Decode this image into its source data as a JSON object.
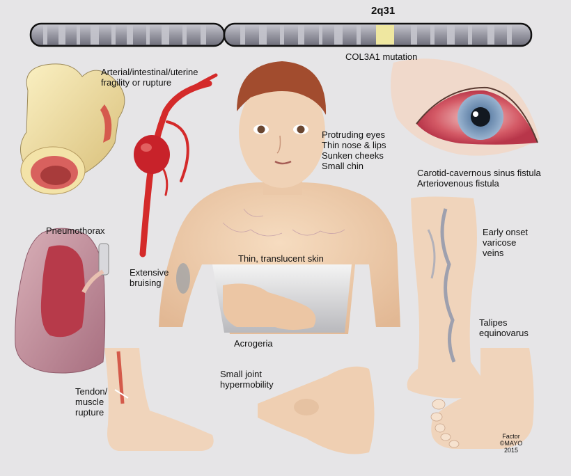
{
  "chromosome": {
    "band": "2q31",
    "gene_label": "COL3A1 mutation"
  },
  "labels": {
    "vessel_fragility": "Arterial/intestinal/uterine\nfragility or rupture",
    "facial_features": "Protruding eyes\nThin nose & lips\nSunken cheeks\nSmall chin",
    "eye_fistula": "Carotid-cavernous sinus fistula\nArteriovenous fistula",
    "pneumothorax": "Pneumothorax",
    "bruising": "Extensive\nbruising",
    "skin": "Thin, translucent skin",
    "varicose": "Early onset\nvaricose\nveins",
    "acrogeria": "Acrogeria",
    "talipes": "Talipes\nequinovarus",
    "tendon": "Tendon/\nmuscle\nrupture",
    "joint": "Small joint\nhypermobility"
  },
  "credit": {
    "name": "Factor",
    "org": "©MAYO",
    "year": "2015"
  },
  "colors": {
    "background": "#e6e5e7",
    "chromosome_fill": "#9a9aa4",
    "band_highlight": "#efe7a0",
    "artery_red": "#d42a2a",
    "skin": "#efcfae",
    "lung_pink": "#c58fa0",
    "sclera_red": "#c83c4c",
    "iris_blue": "#7a9bc0"
  }
}
